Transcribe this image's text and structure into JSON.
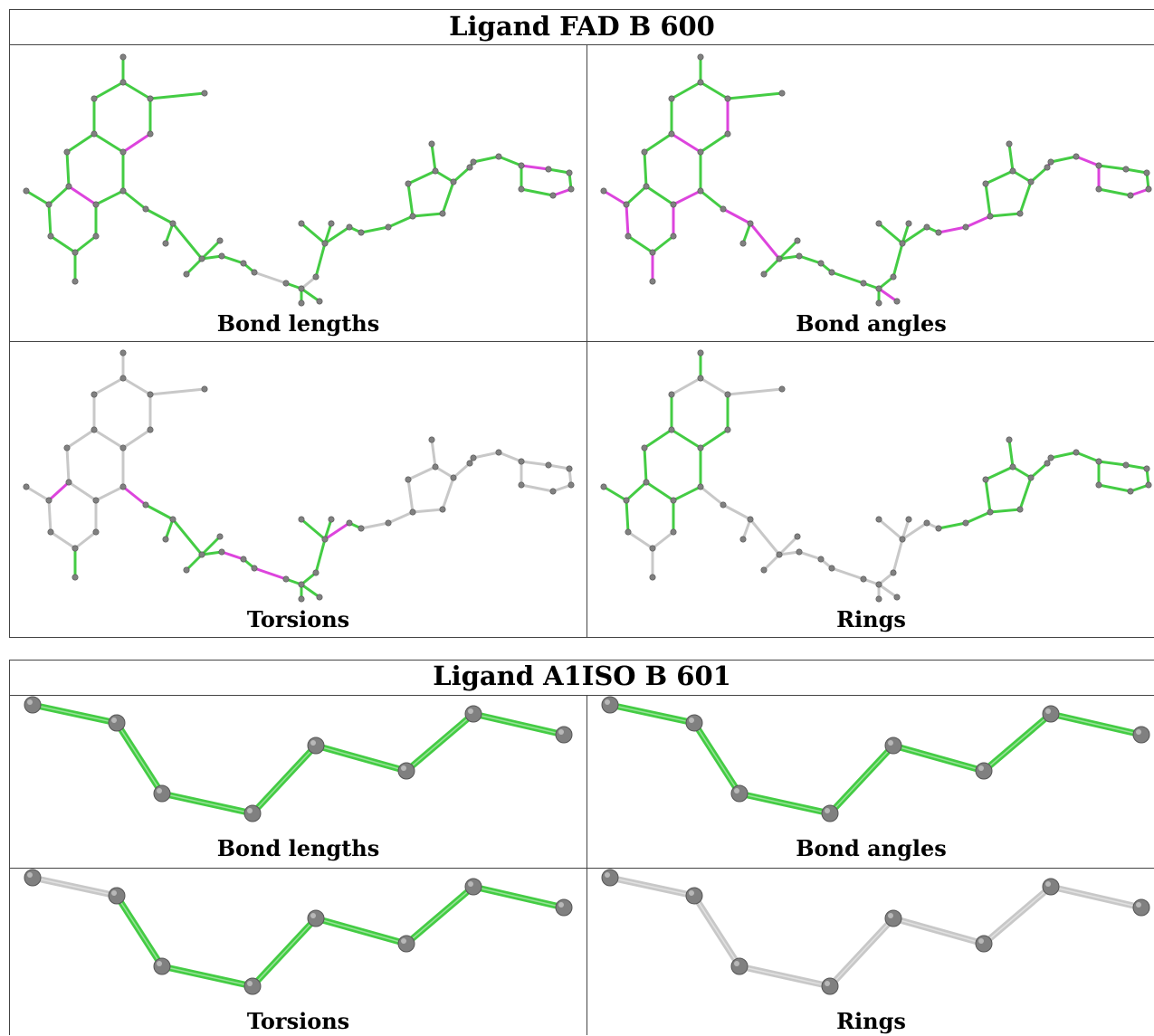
{
  "ligands": [
    {
      "title": "Ligand FAD B 600",
      "panels": [
        {
          "caption": "Bond lengths"
        },
        {
          "caption": "Bond angles"
        },
        {
          "caption": "Torsions"
        },
        {
          "caption": "Rings"
        }
      ]
    },
    {
      "title": "Ligand A1ISO B 601",
      "panels": [
        {
          "caption": "Bond lengths"
        },
        {
          "caption": "Bond angles"
        },
        {
          "caption": "Torsions"
        },
        {
          "caption": "Rings"
        }
      ]
    }
  ],
  "colors": {
    "ok": "#44cc44",
    "outlier": "#dd44dd",
    "not_assessed": "#c8c8c8",
    "atom": "#808080",
    "border": "#444444"
  }
}
